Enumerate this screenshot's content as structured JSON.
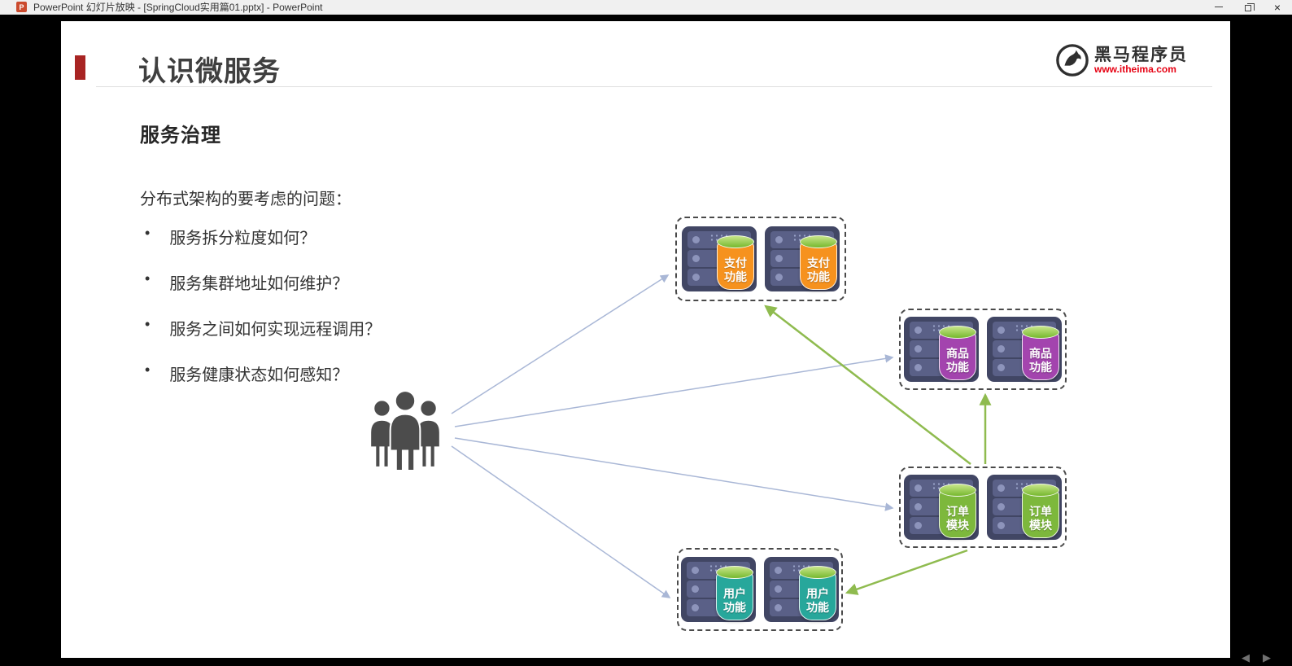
{
  "window": {
    "icon_letter": "P",
    "title": "PowerPoint 幻灯片放映 - [SpringCloud实用篇01.pptx] - PowerPoint"
  },
  "slide": {
    "title": "认识微服务",
    "section_heading": "服务治理",
    "intro": "分布式架构的要考虑的问题：",
    "bullets": [
      "服务拆分粒度如何？",
      "服务集群地址如何维护？",
      "服务之间如何实现远程调用？",
      "服务健康状态如何感知？"
    ],
    "accent_color": "#a82423",
    "logo": {
      "name": "黑马程序员",
      "url": "www.itheima.com",
      "url_color": "#e60012"
    }
  },
  "diagram": {
    "clusters": [
      {
        "id": "payment-cluster",
        "label": "支付功能",
        "color": "#f6921e"
      },
      {
        "id": "product-cluster",
        "label": "商品功能",
        "color": "#a344ae"
      },
      {
        "id": "order-cluster",
        "label": "订单模块",
        "color": "#7db83c"
      },
      {
        "id": "user-cluster",
        "label": "用户功能",
        "color": "#27a79b"
      }
    ],
    "user_arrow_color": "#a9b7d6",
    "call_arrow_color": "#8fbb4f"
  },
  "nav": {
    "prev": "◀",
    "next": "▶"
  }
}
